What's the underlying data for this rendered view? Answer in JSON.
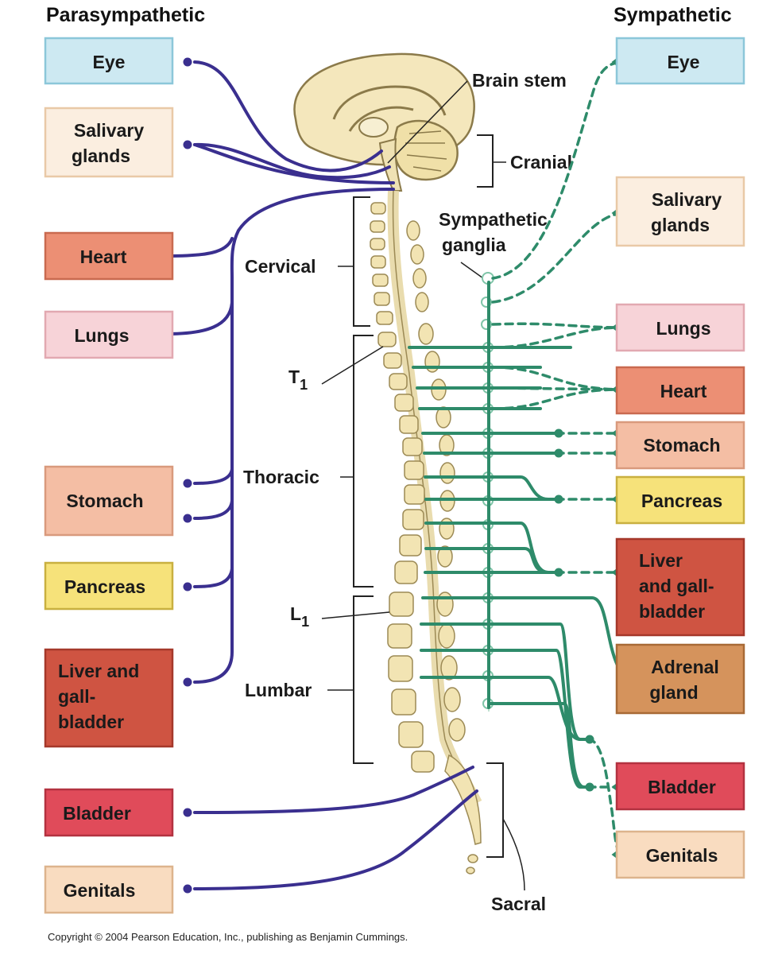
{
  "headers": {
    "parasympathetic": "Parasympathetic",
    "sympathetic": "Sympathetic"
  },
  "left_organs": {
    "eye": [
      "Eye"
    ],
    "salivary": [
      "Salivary",
      "glands"
    ],
    "heart": [
      "Heart"
    ],
    "lungs": [
      "Lungs"
    ],
    "stomach": [
      "Stomach"
    ],
    "pancreas": [
      "Pancreas"
    ],
    "liver": [
      "Liver and",
      "gall-",
      "bladder"
    ],
    "bladder": [
      "Bladder"
    ],
    "genitals": [
      "Genitals"
    ]
  },
  "right_organs": {
    "eye": [
      "Eye"
    ],
    "salivary": [
      "Salivary",
      "glands"
    ],
    "lungs": [
      "Lungs"
    ],
    "heart": [
      "Heart"
    ],
    "stomach": [
      "Stomach"
    ],
    "pancreas": [
      "Pancreas"
    ],
    "liver": [
      "Liver",
      "and gall-",
      "bladder"
    ],
    "adrenal": [
      "Adrenal",
      "gland"
    ],
    "bladder": [
      "Bladder"
    ],
    "genitals": [
      "Genitals"
    ]
  },
  "labels": {
    "brain_stem": "Brain stem",
    "cranial": "Cranial",
    "sympathetic_ganglia": [
      "Sympathetic",
      "ganglia"
    ],
    "cervical": "Cervical",
    "t1": "T",
    "t1_sub": "1",
    "thoracic": "Thoracic",
    "l1": "L",
    "l1_sub": "1",
    "lumbar": "Lumbar",
    "sacral": "Sacral"
  },
  "copyright": "Copyright © 2004 Pearson Education, Inc., publishing as Benjamin Cummings.",
  "colors": {
    "parasympathetic_nerve": "#3a2f8f",
    "sympathetic_nerve": "#2e8b6a",
    "eye_box": "#cde9f2",
    "salivary_box": "#fbeee0",
    "heart_box": "#ec8f74",
    "lungs_box": "#f7d3d8",
    "stomach_box": "#f4bea4",
    "pancreas_box": "#f6e27a",
    "liver_box": "#cf5442",
    "adrenal_box": "#d5935c",
    "bladder_box": "#e04b5a",
    "genitals_box": "#f9dcc0",
    "spine": "#f2e4b3"
  }
}
